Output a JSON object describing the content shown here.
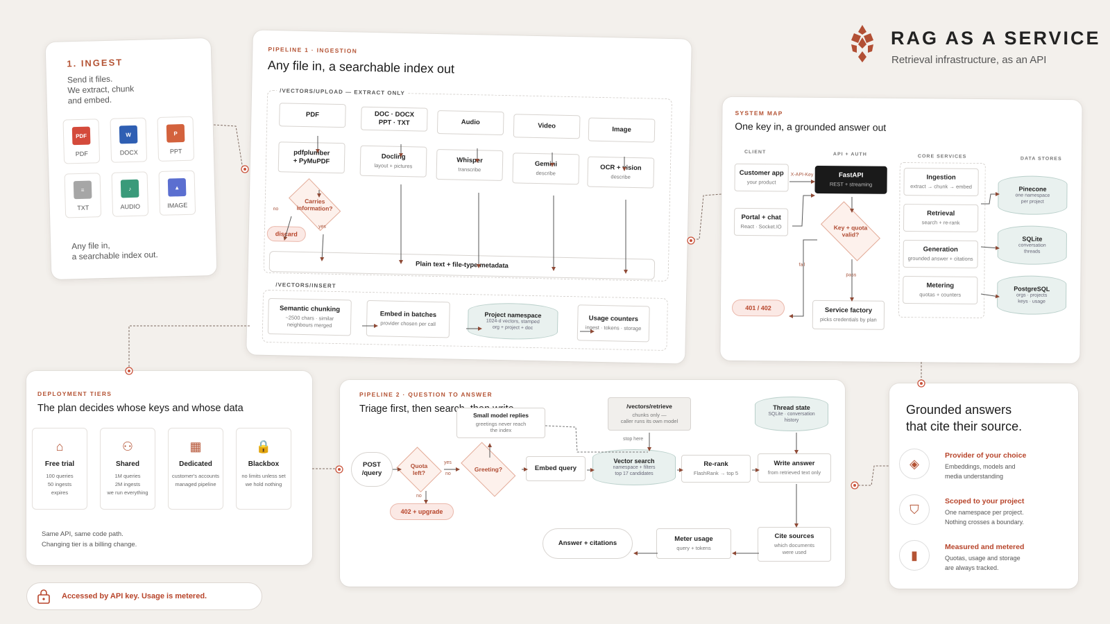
{
  "brand": {
    "title": "RAG AS A SERVICE",
    "subtitle": "Retrieval infrastructure, as an API"
  },
  "ingest": {
    "heading": "1. INGEST",
    "line1": "Send it files.",
    "line2": "We extract, chunk",
    "line3": "and embed.",
    "files": [
      {
        "label": "PDF",
        "color": "#d44a3b",
        "glyph": "PDF"
      },
      {
        "label": "DOCX",
        "color": "#2f5fb3",
        "glyph": "W"
      },
      {
        "label": "PPT",
        "color": "#d3623d",
        "glyph": "P"
      },
      {
        "label": "TXT",
        "color": "#a6a6a6",
        "glyph": "≡"
      },
      {
        "label": "AUDIO",
        "color": "#3a9a7a",
        "glyph": "♪"
      },
      {
        "label": "IMAGE",
        "color": "#5b6fd0",
        "glyph": "▲"
      }
    ],
    "foot1": "Any file in,",
    "foot2": "a searchable index out."
  },
  "p1": {
    "eyebrow": "PIPELINE 1 · INGESTION",
    "title": "Any file in, a searchable index out",
    "upload_label": "/VECTORS/UPLOAD — EXTRACT ONLY",
    "insert_label": "/VECTORS/INSERT",
    "sources": [
      "PDF",
      "DOC · DOCX\nPPT · TXT",
      "Audio",
      "Video",
      "Image"
    ],
    "extractors": [
      {
        "m": "pdfplumber\n+ PyMuPDF",
        "s": ""
      },
      {
        "m": "Docling",
        "s": "layout + pictures"
      },
      {
        "m": "Whisper",
        "s": "transcribe"
      },
      {
        "m": "Gemini",
        "s": "describe"
      },
      {
        "m": "OCR + vision",
        "s": "describe"
      }
    ],
    "decision": "Carries\ninformation?",
    "no": "no",
    "yes": "yes",
    "discard": "discard",
    "plain": "Plain text + file-type metadata",
    "insert": [
      {
        "m": "Semantic chunking",
        "s": "~2500 chars · similar\nneighbours merged"
      },
      {
        "m": "Embed in batches",
        "s": "provider chosen per call"
      },
      {
        "m": "Project namespace",
        "s": "1024-d vectors, stamped\norg + project + doc"
      },
      {
        "m": "Usage counters",
        "s": "ingest · tokens · storage"
      }
    ]
  },
  "map": {
    "eyebrow": "SYSTEM MAP",
    "title": "One key in, a grounded answer out",
    "cols": [
      "CLIENT",
      "API + AUTH",
      "CORE SERVICES",
      "DATA STORES"
    ],
    "clients": [
      {
        "m": "Customer app",
        "s": "your product"
      },
      {
        "m": "Portal + chat",
        "s": "React · Socket.IO"
      }
    ],
    "apikey": "X-API-Key",
    "fastapi": {
      "m": "FastAPI",
      "s": "REST + streaming"
    },
    "check": "Key + quota\nvalid?",
    "fail": "fail",
    "pass": "pass",
    "err": "401 / 402",
    "factory": {
      "m": "Service factory",
      "s": "picks credentials by plan"
    },
    "services": [
      {
        "m": "Ingestion",
        "s": "extract → chunk → embed"
      },
      {
        "m": "Retrieval",
        "s": "search + re-rank"
      },
      {
        "m": "Generation",
        "s": "grounded answer + citations"
      },
      {
        "m": "Metering",
        "s": "quotas + counters"
      }
    ],
    "stores": [
      {
        "m": "Pinecone",
        "s": "one namespace\nper project"
      },
      {
        "m": "SQLite",
        "s": "conversation\nthreads"
      },
      {
        "m": "PostgreSQL",
        "s": "orgs · projects\nkeys · usage"
      }
    ]
  },
  "tiers": {
    "eyebrow": "DEPLOYMENT TIERS",
    "title": "The plan decides whose keys and whose data",
    "items": [
      {
        "icon": "⌂",
        "m": "Free trial",
        "s": "100 queries\n50 ingests\nexpires"
      },
      {
        "icon": "⚇",
        "m": "Shared",
        "s": "1M queries\n2M ingests\nwe run everything"
      },
      {
        "icon": "▦",
        "m": "Dedicated",
        "s": "customer's accounts\nmanaged pipeline"
      },
      {
        "icon": "🔒",
        "m": "Blackbox",
        "s": "no limits unless set\nwe hold nothing"
      }
    ],
    "foot1": "Same API, same code path.",
    "foot2": "Changing tier is a billing change."
  },
  "banner": "Accessed by API key.  Usage is metered.",
  "p2": {
    "eyebrow": "PIPELINE 2 · QUESTION TO ANSWER",
    "title": "Triage first, then search, then write",
    "post": "POST\n/query",
    "quota": "Quota\nleft?",
    "yes": "yes",
    "no": "no",
    "no2": "no",
    "upgrade": "402 + upgrade",
    "greet": "Greeting?",
    "small": {
      "m": "Small model replies",
      "s": "greetings never reach\nthe index"
    },
    "retrieve": {
      "m": "/vectors/retrieve",
      "s": "chunks only —\ncaller runs its own model"
    },
    "stop": "stop here",
    "embed": "Embed query",
    "vsearch": {
      "m": "Vector search",
      "s": "namespace + filters\ntop 17 candidates"
    },
    "rerank": {
      "m": "Re-rank",
      "s": "FlashRank → top 5"
    },
    "thread": {
      "m": "Thread state",
      "s": "SQLite · conversation\nhistory"
    },
    "write": {
      "m": "Write answer",
      "s": "from retrieved text only"
    },
    "cite": {
      "m": "Cite sources",
      "s": "which documents\nwere used"
    },
    "meter": {
      "m": "Meter usage",
      "s": "query + tokens"
    },
    "answer": "Answer + citations"
  },
  "grounded": {
    "title1": "Grounded answers",
    "title2": "that cite their source.",
    "items": [
      {
        "icon": "◈",
        "h": "Provider of your choice",
        "d": "Embeddings, models and\nmedia understanding"
      },
      {
        "icon": "⛉",
        "h": "Scoped to your project",
        "d": "One namespace per project.\nNothing crosses a boundary."
      },
      {
        "icon": "▮",
        "h": "Measured and metered",
        "d": "Quotas, usage and storage\nare always tracked."
      }
    ]
  }
}
